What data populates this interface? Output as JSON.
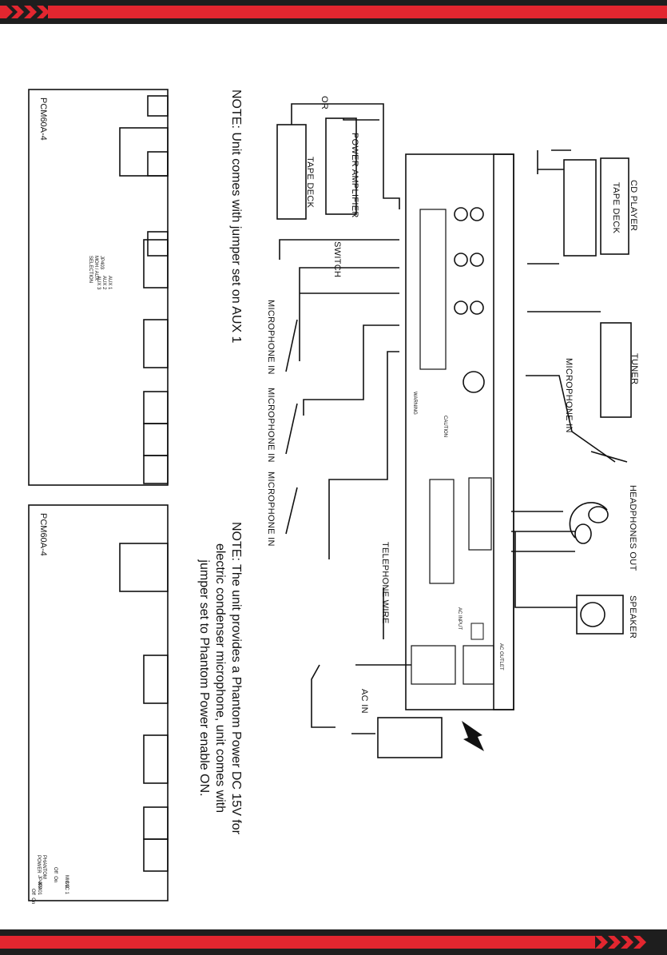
{
  "labels": {
    "cd_player": "CD PLAYER",
    "tape_deck_top": "TAPE DECK",
    "tuner": "TUNER",
    "microphone_in_tuner": "MICROPHONE IN",
    "headphones_out": "HEADPHONES OUT",
    "speaker": "SPEAKER",
    "or": "OR",
    "power_amplifier": "POWER AMPLIFIER",
    "tape_deck_left": "TAPE DECK",
    "switch": "SWITCH",
    "microphone_in_1": "MICROPHONE IN",
    "microphone_in_2": "MICROPHONE IN",
    "microphone_in_3": "MICROPHONE IN",
    "telephone_wire": "TELEPHONE WIRE",
    "ac_in": "AC IN",
    "ac_input": "AC INPUT",
    "ac_outlet": "AC OUTLET"
  },
  "notes": {
    "aux_note": "NOTE: Unit comes with jumper set on AUX 1",
    "phantom_note": "NOTE: The unit provides a Phantom Power DC 15V for\nelectric condenser microphone, unit comes with\njumper set to Phantom Power enable ON."
  },
  "boards": {
    "board1_label": "PCM60A-4",
    "board2_label": "PCM60A-4",
    "jumper_aux": "AUX 1\nAUX 2\nAUX 3",
    "jumper_aux_title": "JP403\nMOH / AUX\nSELECTION",
    "phantom_title": "PHANTOM\nPOWER",
    "phantom_offon_top": "Off  On",
    "phantom_offon_bottom": "Off  On",
    "jp402": "JP402",
    "jp401": "JP401",
    "mic2": "MIC 2",
    "mic1": "MIC 1"
  },
  "panel": {
    "caution": "CAUTION",
    "warning": "WARNING"
  },
  "colors": {
    "band_red": "#e3262f",
    "band_dark": "#1e1e1e",
    "ink": "#111111"
  }
}
